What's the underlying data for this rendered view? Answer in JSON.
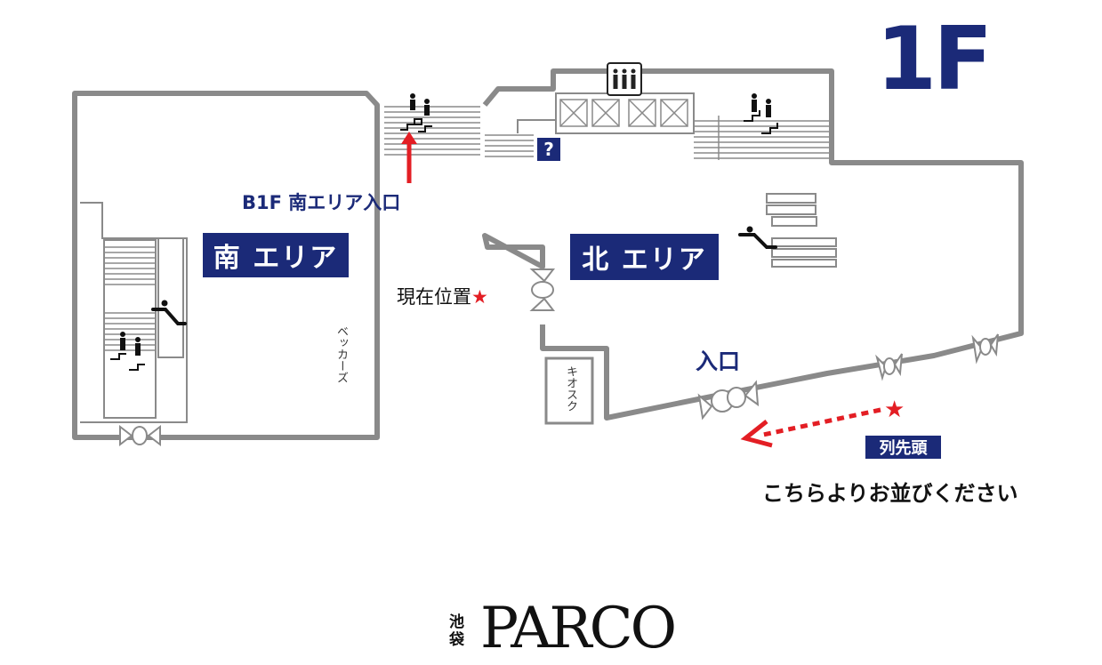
{
  "map": {
    "floor_label": "1F",
    "south_area_label": "南 エリア",
    "north_area_label": "北 エリア",
    "b1f_entrance_label": "B1F 南エリア入口",
    "current_location_label": "現在位置",
    "entrance_label": "入口",
    "kiosk_label": "キオスク",
    "beckers_label": "ベッカーズ",
    "queue_head_label": "列先頭",
    "queue_instruction": "こちらよりお並びください",
    "info_symbol": "?",
    "star_symbol": "★"
  },
  "logo": {
    "store_name": "池袋",
    "brand": "PARCO"
  },
  "colors": {
    "wall": "#8a8a8a",
    "navy": "#1b2a78",
    "red": "#e31e24"
  }
}
